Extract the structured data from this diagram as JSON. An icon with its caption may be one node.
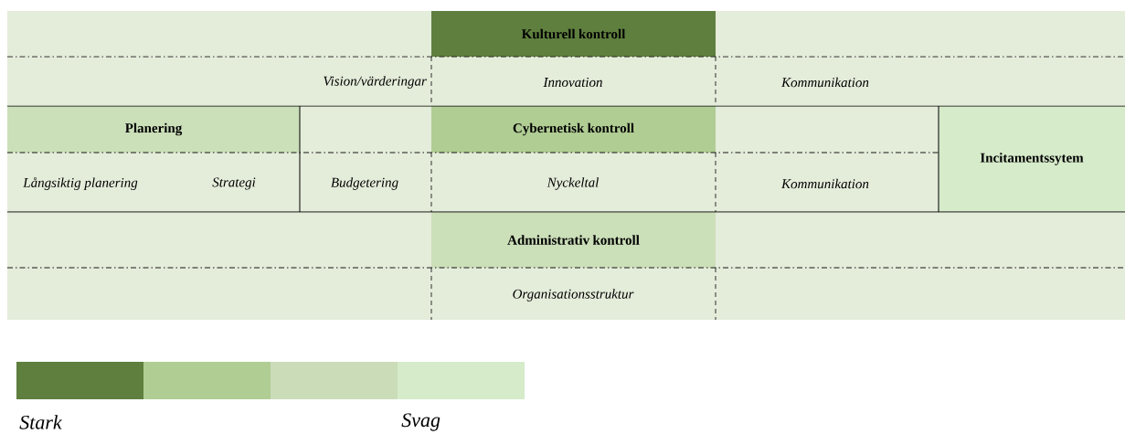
{
  "diagram": {
    "nodes": [
      {
        "text": [
          "Kulturell kontroll"
        ]
      },
      {
        "text": [
          "Planering"
        ]
      },
      {
        "text": [
          "Cybernetisk kontroll"
        ]
      },
      {
        "text": [
          "Incitamentssytem"
        ]
      },
      {
        "text": [
          "Administrativ kontroll"
        ]
      }
    ],
    "labels": [
      "Vision/värderingar",
      "Innovation",
      "Kommunikation",
      "Långsiktig planering",
      "Strategi",
      "Budgetering",
      "Nyckeltal",
      "Kommunikation",
      "Organisationsstruktur",
      "Stark",
      "Svag"
    ]
  }
}
